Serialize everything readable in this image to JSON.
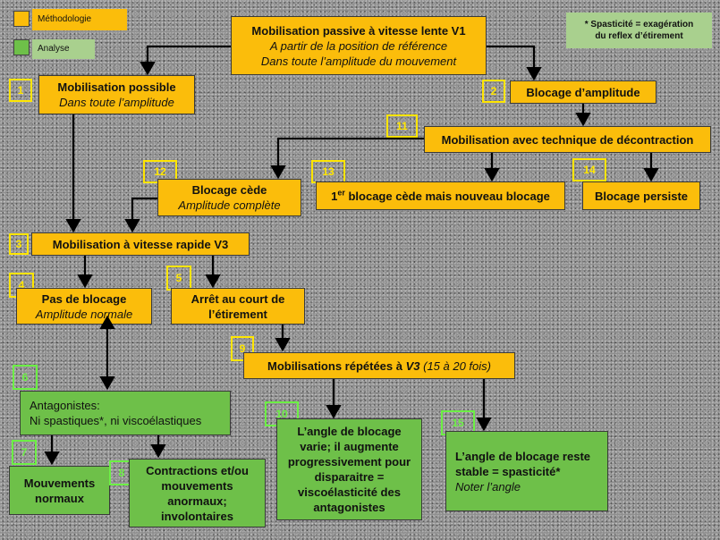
{
  "legend": {
    "methodologie": "Méthodologie",
    "analyse": "Analyse",
    "note_line1": "* Spasticité  = exagération",
    "note_line2": "du reflex d’étirement",
    "colors": {
      "methodologie": "#fbbd0b",
      "analyse": "#6ec049"
    }
  },
  "boxes": {
    "v1": {
      "title": "Mobilisation passive à vitesse lente V1",
      "line2": "A partir de la position de référence",
      "line3": "Dans toute l’amplitude du mouvement"
    },
    "b1": {
      "num": "1",
      "title": "Mobilisation  possible",
      "sub": "Dans toute l’amplitude"
    },
    "b2": {
      "num": "2",
      "title": "Blocage d’amplitude"
    },
    "b11": {
      "num": "11",
      "title": "Mobilisation avec technique de décontraction"
    },
    "b12": {
      "num": "12",
      "title": "Blocage cède",
      "sub": "Amplitude complète"
    },
    "b13": {
      "num": "13",
      "title_pre": "1",
      "title_sup": "er",
      "title_post": " blocage cède mais nouveau blocage"
    },
    "b14": {
      "num": "14",
      "title": "Blocage persiste"
    },
    "b3": {
      "num": "3",
      "title": "Mobilisation à vitesse rapide V3"
    },
    "b4": {
      "num": "4",
      "title": "Pas de blocage",
      "sub": "Amplitude normale"
    },
    "b5": {
      "num": "5",
      "title": "Arrêt au court de l’étirement"
    },
    "b9": {
      "num": "9",
      "title_pre": "Mobilisations répétées à ",
      "title_v3": "V3",
      "title_post": " (15 à 20 fois)"
    },
    "b6": {
      "num": "6",
      "line1": "Antagonistes:",
      "line2": "Ni spastiques*, ni viscoélastiques"
    },
    "b7": {
      "num": "7",
      "title": "Mouvements normaux"
    },
    "b8": {
      "num": "8",
      "title": "Contractions et/ou mouvements anormaux; involontaires"
    },
    "b10": {
      "num": "10",
      "title": "L’angle de blocage varie; il augmente progressivement pour disparaitre = viscoélasticité des antagonistes"
    },
    "b15": {
      "num": "15",
      "title": "L’angle de blocage reste stable = spasticité*",
      "sub": "Noter l’angle"
    }
  }
}
